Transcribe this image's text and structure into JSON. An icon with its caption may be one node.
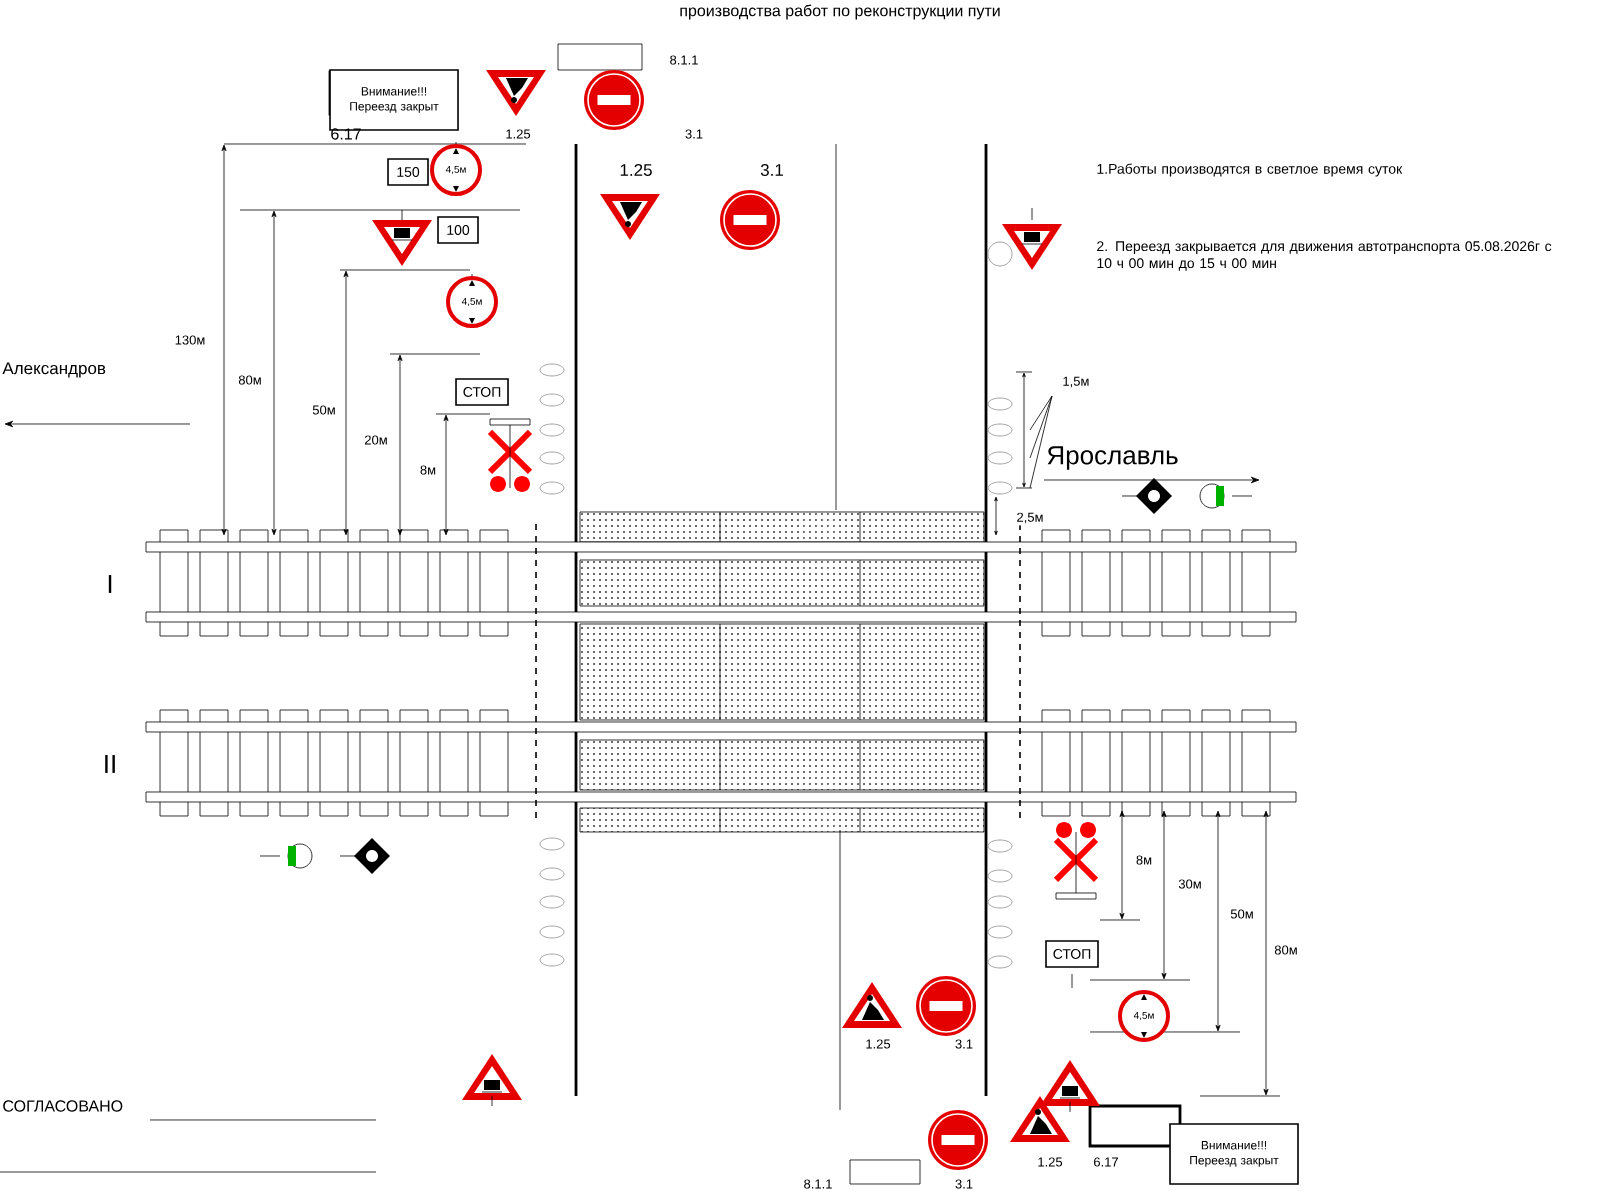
{
  "diagram": {
    "title": "производства работ по реконструкции пути",
    "nodes": [
      {
        "text": [
          "Внимание!!! Переезд закрыт"
        ]
      },
      {
        "text": [
          "150"
        ]
      },
      {
        "text": [
          "100"
        ]
      },
      {
        "text": [
          "СТОП"
        ]
      },
      {
        "text": [
          "СТОП"
        ]
      },
      {
        "text": [
          "Внимание!!! Переезд закрыт"
        ]
      }
    ],
    "labels": [
      "8.1.1",
      "6.17",
      "1.25",
      "3.1",
      "4,5м",
      "1.25",
      "3.1",
      "1.Работы производятся в светлое время суток",
      "2. Переезд закрывается для движения автотранспорта 05.08.2026г с 10 ч 00 мин  до 15 ч 00 мин",
      "4,5м",
      "130м",
      "Александров",
      "80м",
      "1,5м",
      "50м",
      "20м",
      "Ярославль",
      "8м",
      "2,5м",
      "I",
      "II",
      "8м",
      "30м",
      "50м",
      "80м",
      "4,5м",
      "1.25",
      "3.1",
      "СОГЛАСОВАНО",
      "1.25",
      "6.17",
      "8.1.1",
      "3.1"
    ]
  }
}
